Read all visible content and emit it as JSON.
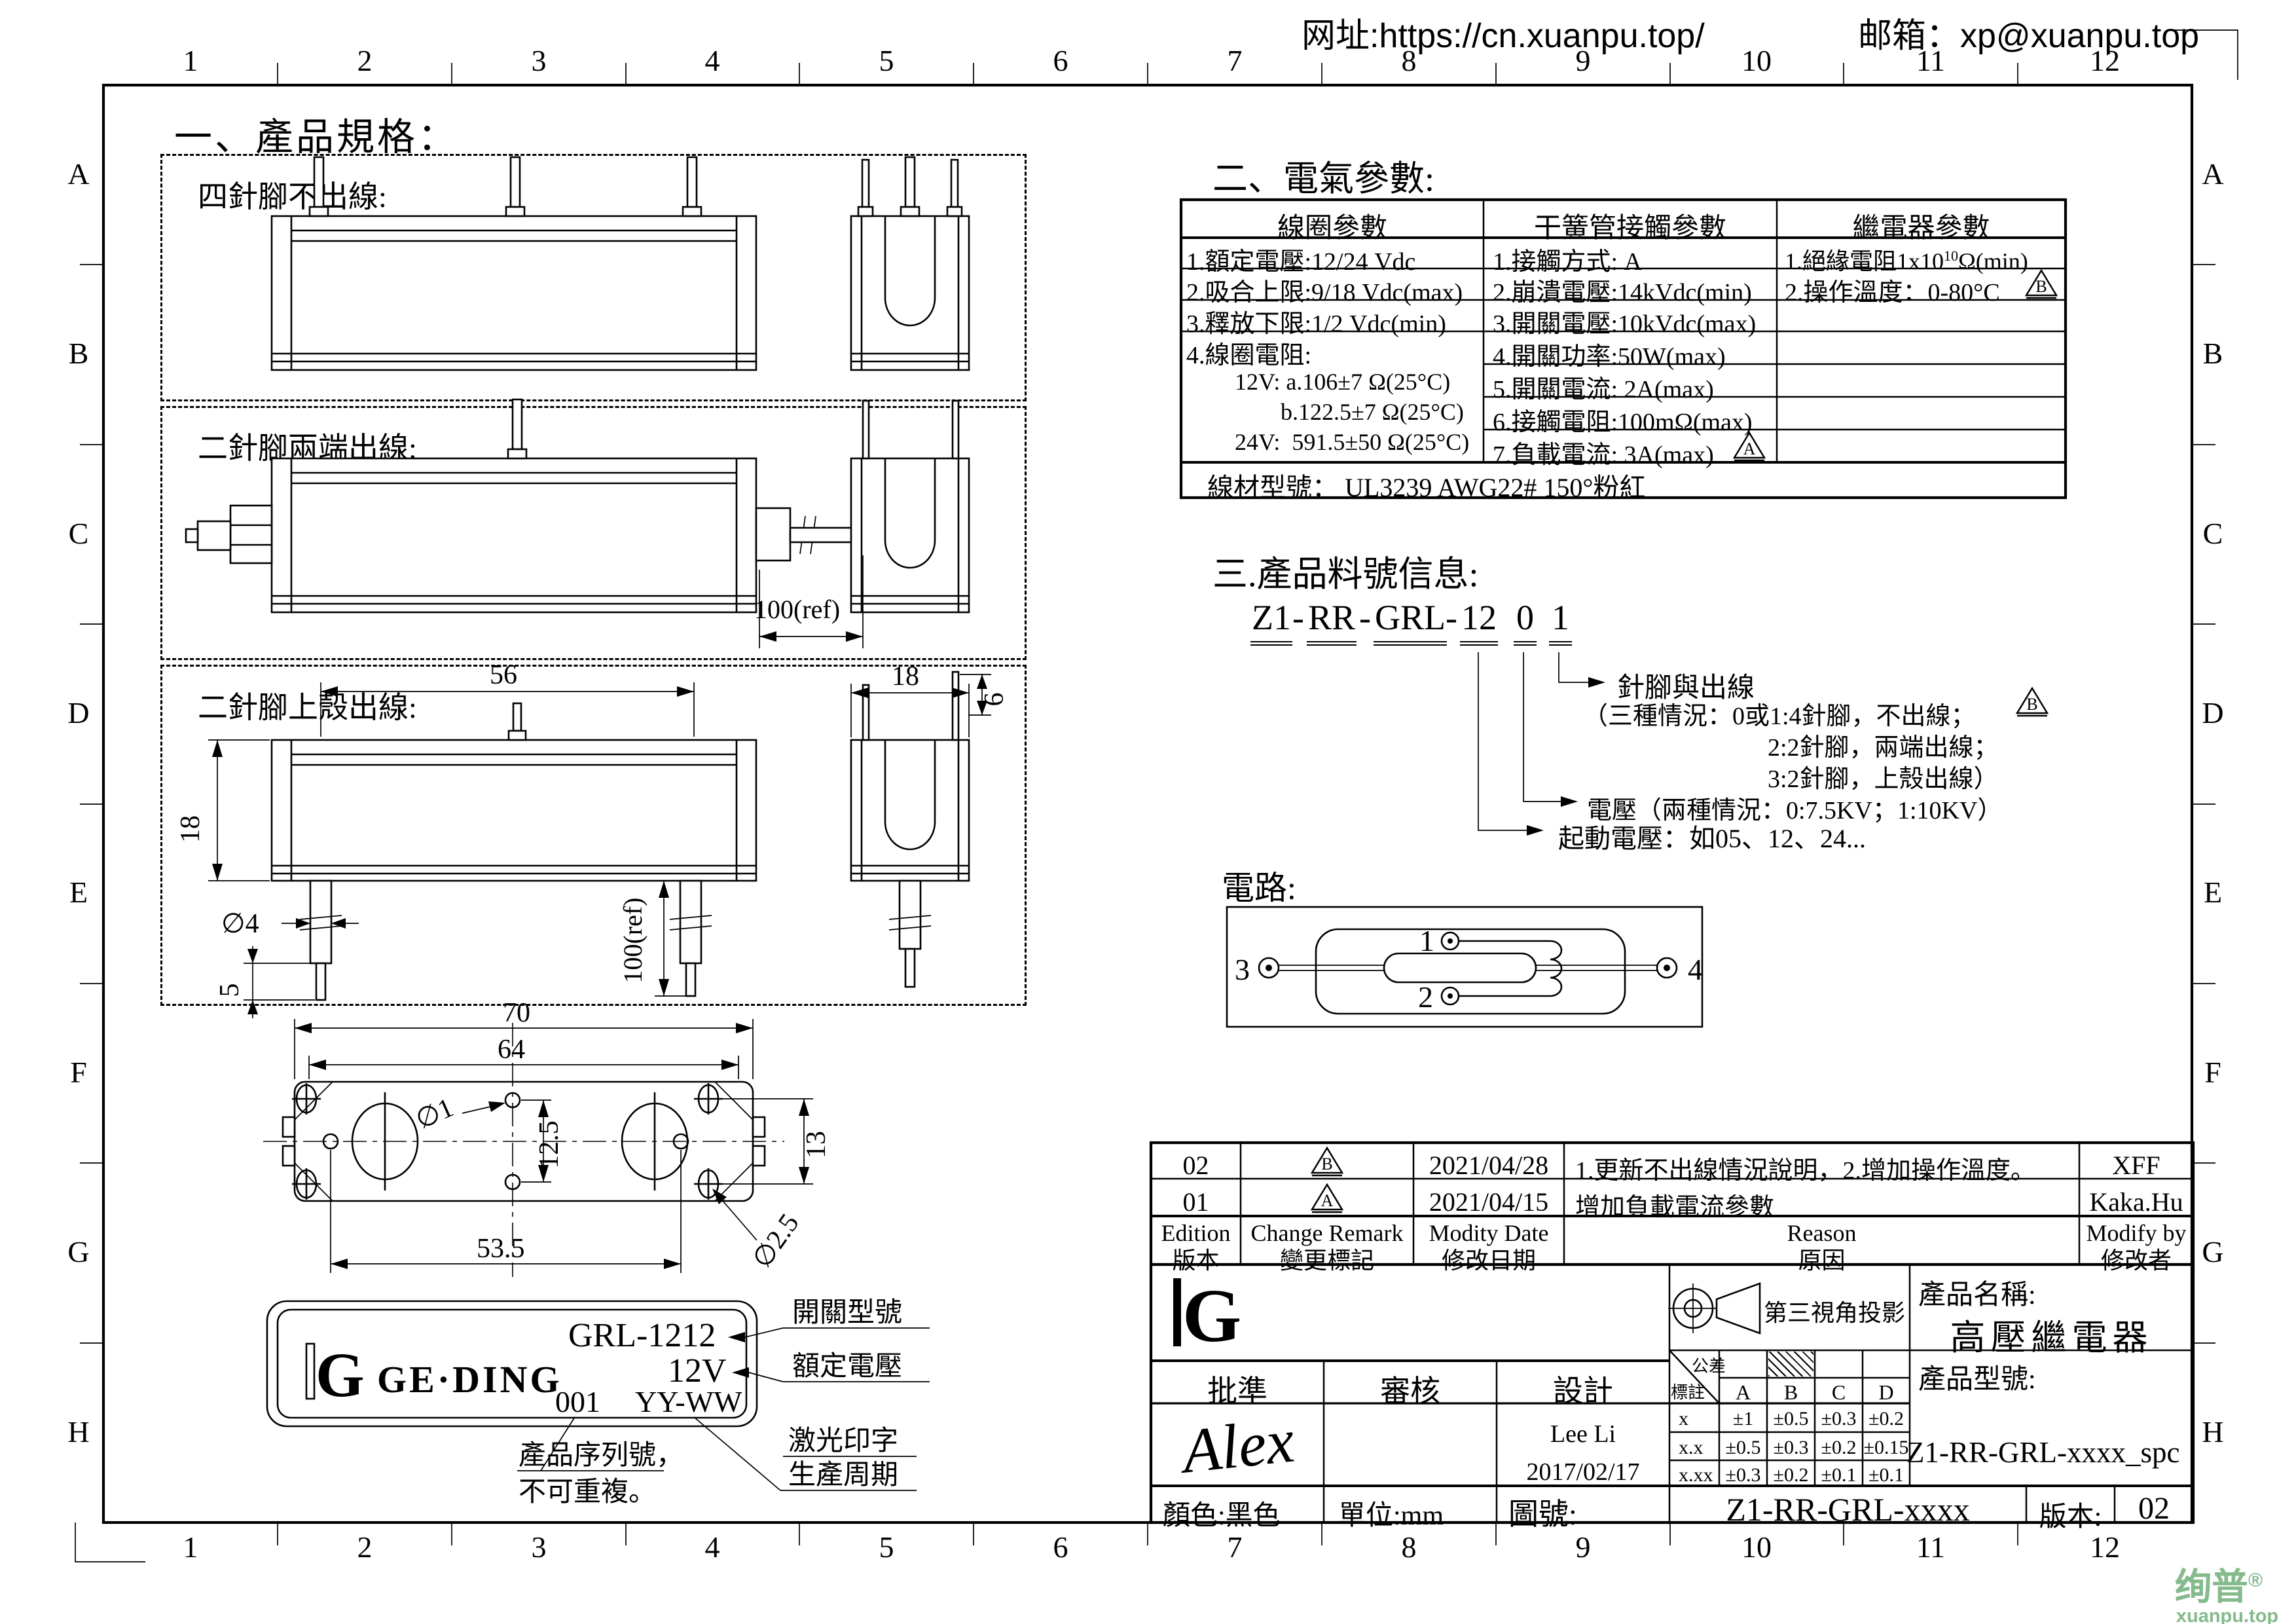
{
  "header": {
    "website": "网址:https://cn.xuanpu.top/",
    "email": "邮箱：xp@xuanpu.top"
  },
  "frame": {
    "columns": [
      "1",
      "2",
      "3",
      "4",
      "5",
      "6",
      "7",
      "8",
      "9",
      "10",
      "11",
      "12"
    ],
    "rows": [
      "A",
      "B",
      "C",
      "D",
      "E",
      "F",
      "G",
      "H"
    ]
  },
  "spec": {
    "title": "一、產品規格：",
    "box1_label": "四針腳不出線:",
    "box2_label": "二針腳兩端出線:",
    "box3_label": "二針腳上殼出線:",
    "box2_dim_ref": "100(ref)",
    "box3_dims": {
      "w56": "56",
      "h18": "18",
      "dia4": "∅4",
      "tip5": "5",
      "ref100": "100(ref)",
      "side_w18": "18",
      "side_h6": "6"
    },
    "bottom_dims": {
      "w70": "70",
      "w64": "64",
      "dia1": "∅1",
      "p125": "12.5",
      "p13": "13",
      "p535": "53.5",
      "dia25": "∅2.5"
    }
  },
  "label": {
    "logo_letter": "G",
    "brand": "GE·DING",
    "model": "GRL-1212",
    "voltage": "12V",
    "serial": "001",
    "datecode": "YY-WW",
    "callout_model": "開關型號",
    "callout_voltage": "額定電壓",
    "callout_laser": "激光印字",
    "callout_cycle": "生產周期",
    "callout_serial_1": "產品序列號，",
    "callout_serial_2": "不可重複。"
  },
  "electrical": {
    "title": "二、電氣參數:",
    "col_headers": [
      "線圈參數",
      "干簧管接觸參數",
      "繼電器參數"
    ],
    "coil_rows": [
      "1.額定電壓:12/24 Vdc",
      "2.吸合上限:9/18 Vdc(max)",
      "3.釋放下限:1/2 Vdc(min)",
      "4.線圈電阻:"
    ],
    "coil_sub": [
      "12V: a.106±7 Ω(25°C)",
      "b.122.5±7 Ω(25°C)",
      "24V:  591.5±50 Ω(25°C)"
    ],
    "reed_rows": [
      "1.接觸方式: A",
      "2.崩潰電壓:14kVdc(min)",
      "3.開關電壓:10kVdc(max)",
      "4.開關功率:50W(max)",
      "5.開關電流: 2A(max)",
      "6.接觸電阻:100mΩ(max)",
      "7.負載電流: 3A(max)"
    ],
    "reed7_mark": "A",
    "relay_row1_pre": "1.絕緣電阻1x10",
    "relay_row1_sup": "10",
    "relay_row1_post": "Ω(min)",
    "relay_row2": "2.操作溫度：0-80°C",
    "relay_row2_mark": "B",
    "wire_row": "線材型號： UL3239 AWG22# 150°粉紅"
  },
  "partnumber": {
    "title": "三.產品料號信息:",
    "seg_z1": "Z1",
    "sep1": "-",
    "seg_rr": "RR",
    "sep2": "-",
    "seg_grl": "GRL",
    "sep3": "-",
    "seg_12": "12",
    "seg_0": "0",
    "seg_1": "1",
    "pin_title": "針腳與出線",
    "pin_case1": "（三種情況：0或1:4針腳，不出線；",
    "pin_mark": "B",
    "pin_case2": "2:2針腳，兩端出線；",
    "pin_case3": "3:2針腳，上殼出線）",
    "voltage_note": "電壓（兩種情況：0:7.5KV；1:10KV）",
    "start_voltage_note": "起動電壓：如05、12、24..."
  },
  "circuit": {
    "title": "電路:",
    "pin1": "1",
    "pin2": "2",
    "pin3": "3",
    "pin4": "4"
  },
  "revisions": {
    "header": {
      "edition_en": "Edition",
      "edition_zh": "版本",
      "remark_en": "Change Remark",
      "remark_zh": "變更標記",
      "date_en": "Modity Date",
      "date_zh": "修改日期",
      "reason_en": "Reason",
      "reason_zh": "原因",
      "by_en": "Modify by",
      "by_zh": "修改者"
    },
    "rows": [
      {
        "edition": "02",
        "mark": "B",
        "date": "2021/04/28",
        "reason": "1.更新不出線情況說明，2.增加操作溫度。",
        "by": "XFF"
      },
      {
        "edition": "01",
        "mark": "A",
        "date": "2021/04/15",
        "reason": "增加負載電流參數",
        "by": "Kaka.Hu"
      }
    ]
  },
  "titleblock": {
    "logo_letter": "G",
    "approve_label": "批準",
    "review_label": "審核",
    "design_label": "設計",
    "approve_signature": "Alex",
    "designer": "Lee Li",
    "design_date": "2017/02/17",
    "color": "顏色:黑色",
    "unit": "單位:mm",
    "drawing_no_label": "圖號:",
    "projection": "第三視角投影",
    "tol_corner_top": "公差",
    "tol_corner_bottom": "標註",
    "tol_cols": [
      "A",
      "B",
      "C",
      "D"
    ],
    "tol_rows": [
      {
        "label": "x",
        "a": "±1",
        "b": "±0.5",
        "c": "±0.3",
        "d": "±0.2"
      },
      {
        "label": "x.x",
        "a": "±0.5",
        "b": "±0.3",
        "c": "±0.2",
        "d": "±0.15"
      },
      {
        "label": "x.xx",
        "a": "±0.3",
        "b": "±0.2",
        "c": "±0.1",
        "d": "±0.1"
      }
    ],
    "product_name_label": "產品名稱:",
    "product_name": "高壓繼電器",
    "product_model_label": "產品型號:",
    "product_model": "Z1-RR-GRL-xxxx_spc",
    "drawing_number": "Z1-RR-GRL-xxxx",
    "version_label": "版本:",
    "version": "02"
  },
  "watermark": {
    "brand": "绚普",
    "reg": "®",
    "domain": "xuanpu.top",
    "color": "#85ba8c"
  }
}
